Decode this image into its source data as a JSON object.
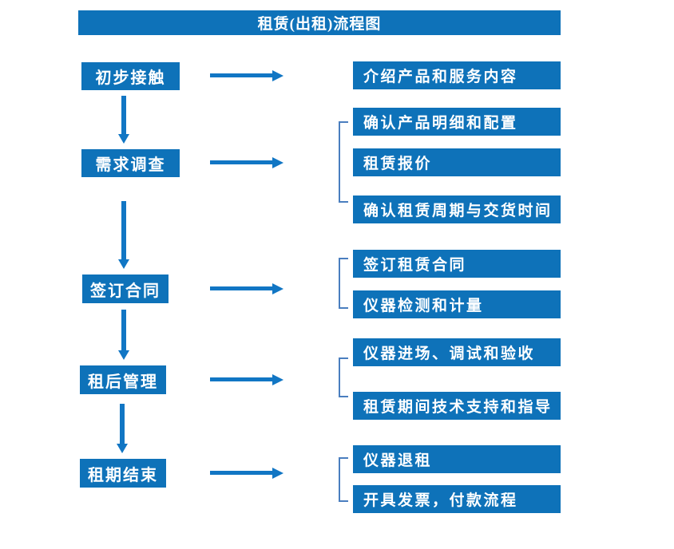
{
  "title": "租赁(出租)流程图",
  "colors": {
    "box_blue": "#0e72b9",
    "arrow_blue": "#1176c4",
    "bracket_blue": "#4a7ebf",
    "text_white": "#ffffff",
    "background": "#ffffff"
  },
  "flow": {
    "steps": [
      {
        "label": "初步接触",
        "outputs": [
          "介绍产品和服务内容"
        ]
      },
      {
        "label": "需求调查",
        "outputs": [
          "确认产品明细和配置",
          "租赁报价",
          "确认租赁周期与交货时间"
        ]
      },
      {
        "label": "签订合同",
        "outputs": [
          "签订租赁合同",
          "仪器检测和计量"
        ]
      },
      {
        "label": "租后管理",
        "outputs": [
          "仪器进场、调试和验收",
          "租赁期间技术支持和指导"
        ]
      },
      {
        "label": "租期结束",
        "outputs": [
          "仪器退租",
          "开具发票，付款流程"
        ]
      }
    ]
  }
}
